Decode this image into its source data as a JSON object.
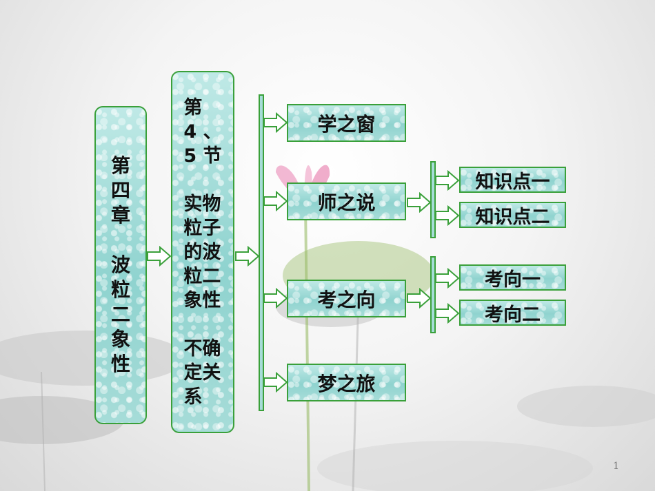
{
  "chapter": {
    "label": "第\n四\n章\n\n波\n粒\n二\n象\n性"
  },
  "section": {
    "label": "第\n4 、\n5 节\n\n实物\n粒子\n的波\n粒二\n象性\n\n不确\n定关\n系"
  },
  "parts": [
    {
      "label": "学之窗"
    },
    {
      "label": "师之说"
    },
    {
      "label": "考之向"
    },
    {
      "label": "梦之旅"
    }
  ],
  "shi_zhi_shuo_items": [
    {
      "label": "知识点一"
    },
    {
      "label": "知识点二"
    }
  ],
  "kao_zhi_xiang_items": [
    {
      "label": "考向一"
    },
    {
      "label": "考向二"
    }
  ],
  "page_number": "1",
  "colors": {
    "border": "#3aa03a",
    "fill": "#a6dcd8"
  }
}
